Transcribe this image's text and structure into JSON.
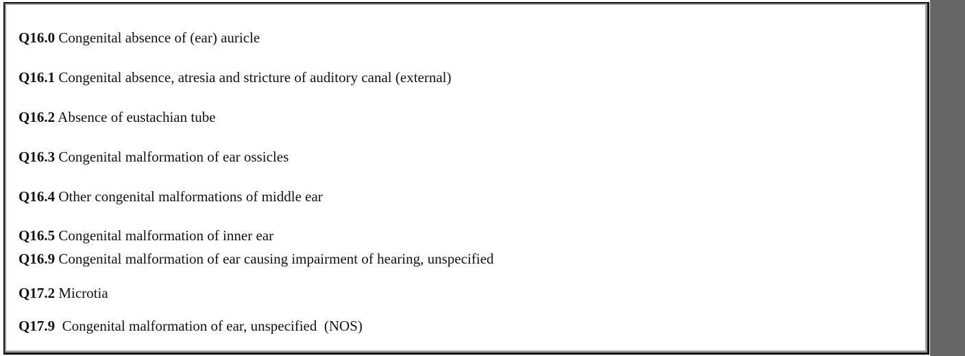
{
  "entries": [
    {
      "code": "Q16.0",
      "text": " Congenital absence of (ear) auricle"
    },
    {
      "code": "Q16.1",
      "text": " Congenital absence, atresia and stricture of auditory canal (external)"
    },
    {
      "code": "Q16.2",
      "text": " Absence of eustachian tube"
    },
    {
      "code": "Q16.3",
      "text": " Congenital malformation of ear ossicles"
    },
    {
      "code": "Q16.4",
      "text": " Other congenital malformations of middle ear"
    },
    {
      "code": "Q16.5",
      "text": " Congenital malformation of inner ear"
    },
    {
      "code": "Q16.9",
      "text": " Congenital malformation of ear causing impairment of hearing, unspecified"
    },
    {
      "code": "Q17.2",
      "text": " Microtia"
    },
    {
      "code": "Q17.9",
      "text": "  Congenital malformation of ear, unspecified  (NOS)"
    }
  ]
}
